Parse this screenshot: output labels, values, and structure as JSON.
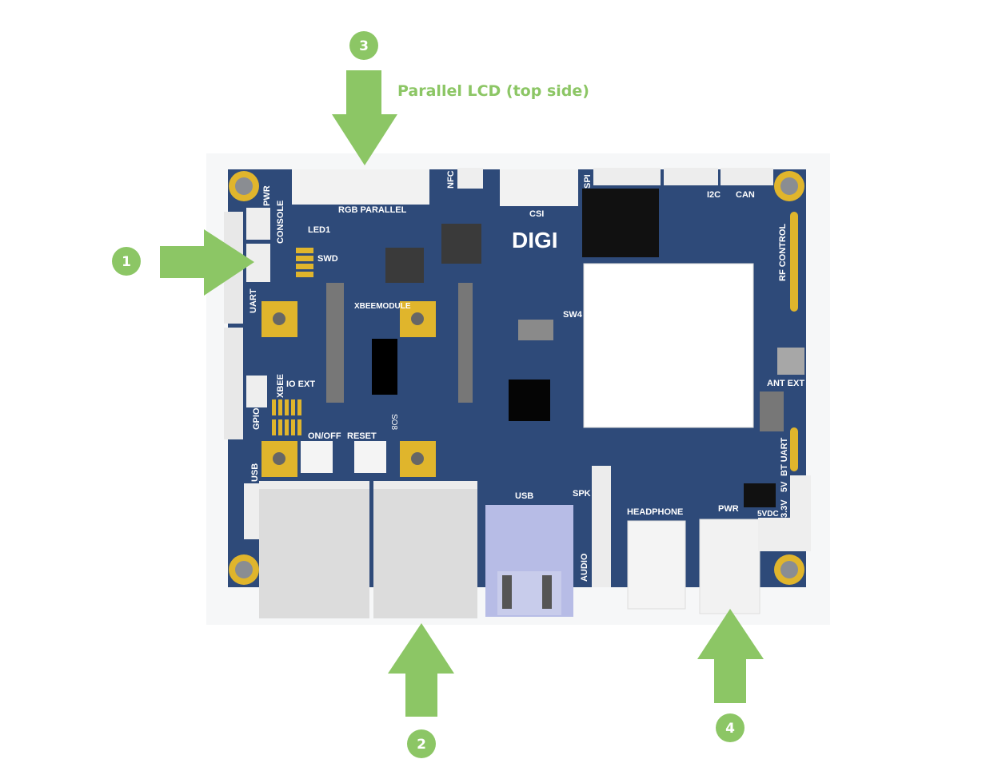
{
  "colors": {
    "accent": "#8cc665",
    "board": "#2e4a79",
    "pad": "#e0b52c"
  },
  "callouts": [
    {
      "number": "1"
    },
    {
      "number": "2"
    },
    {
      "number": "3",
      "label": "Parallel LCD (top side)"
    },
    {
      "number": "4"
    }
  ],
  "board": {
    "logo": "DIGI",
    "silkscreen": {
      "pwr": "PWR",
      "console": "CONSOLE",
      "led1": "LED1",
      "swd": "SWD",
      "uart": "UART",
      "xbee": "XBEE",
      "io_ext": "IO EXT",
      "gpio": "GPIO",
      "on_off": "ON/OFF",
      "reset": "RESET",
      "xbeemodule": "XBEEMODULE",
      "rgb_parallel": "RGB PARALLEL",
      "nfc": "NFC",
      "csi": "CSI",
      "spi": "SPI",
      "i2c": "I2C",
      "can": "CAN",
      "rf_control": "RF CONTROL",
      "sw4": "SW4",
      "ant_ext": "ANT EXT",
      "bt_uart": "BT UART",
      "v5": "5V",
      "v33": "3.3V",
      "vdc5": "5VDC",
      "pwr2": "PWR",
      "headphone": "HEADPHONE",
      "spk": "SPK",
      "usb_left": "USB",
      "usb": "USB",
      "audio": "AUDIO",
      "so8": "SO8"
    }
  }
}
